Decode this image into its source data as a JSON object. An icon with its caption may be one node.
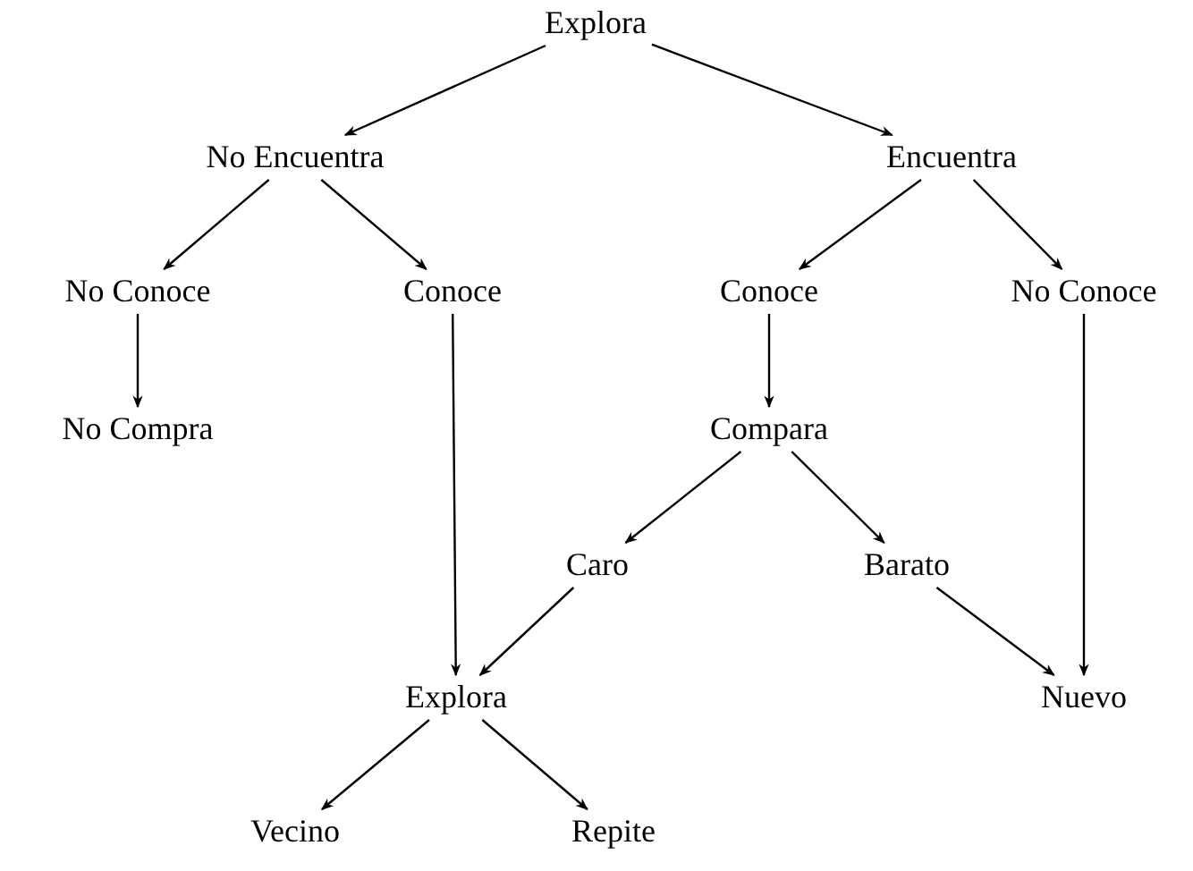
{
  "diagram": {
    "nodes": [
      {
        "text": [
          "Explora"
        ]
      },
      {
        "text": [
          "No Encuentra"
        ]
      },
      {
        "text": [
          "Encuentra"
        ]
      },
      {
        "text": [
          "No Conoce"
        ]
      },
      {
        "text": [
          "Conoce"
        ]
      },
      {
        "text": [
          "Conoce"
        ]
      },
      {
        "text": [
          "No Conoce"
        ]
      },
      {
        "text": [
          "No Compra"
        ]
      },
      {
        "text": [
          "Compara"
        ]
      },
      {
        "text": [
          "Caro"
        ]
      },
      {
        "text": [
          "Barato"
        ]
      },
      {
        "text": [
          "Explora"
        ]
      },
      {
        "text": [
          "Nuevo"
        ]
      },
      {
        "text": [
          "Vecino"
        ]
      },
      {
        "text": [
          "Repite"
        ]
      }
    ],
    "edges": [
      {
        "from": 0,
        "to": 1,
        "arrow": "to"
      },
      {
        "from": 0,
        "to": 2,
        "arrow": "to"
      },
      {
        "from": 1,
        "to": 3,
        "arrow": "to"
      },
      {
        "from": 1,
        "to": 4,
        "arrow": "to"
      },
      {
        "from": 2,
        "to": 5,
        "arrow": "to"
      },
      {
        "from": 2,
        "to": 6,
        "arrow": "to"
      },
      {
        "from": 3,
        "to": 7,
        "arrow": "to"
      },
      {
        "from": 4,
        "to": 11,
        "arrow": "to"
      },
      {
        "from": 5,
        "to": 8,
        "arrow": "to"
      },
      {
        "from": 8,
        "to": 9,
        "arrow": "to"
      },
      {
        "from": 8,
        "to": 10,
        "arrow": "to"
      },
      {
        "from": 9,
        "to": 11,
        "arrow": "to"
      },
      {
        "from": 10,
        "to": 12,
        "arrow": "to"
      },
      {
        "from": 6,
        "to": 12,
        "arrow": "to"
      },
      {
        "from": 11,
        "to": 13,
        "arrow": "to"
      },
      {
        "from": 11,
        "to": 14,
        "arrow": "to"
      }
    ]
  }
}
